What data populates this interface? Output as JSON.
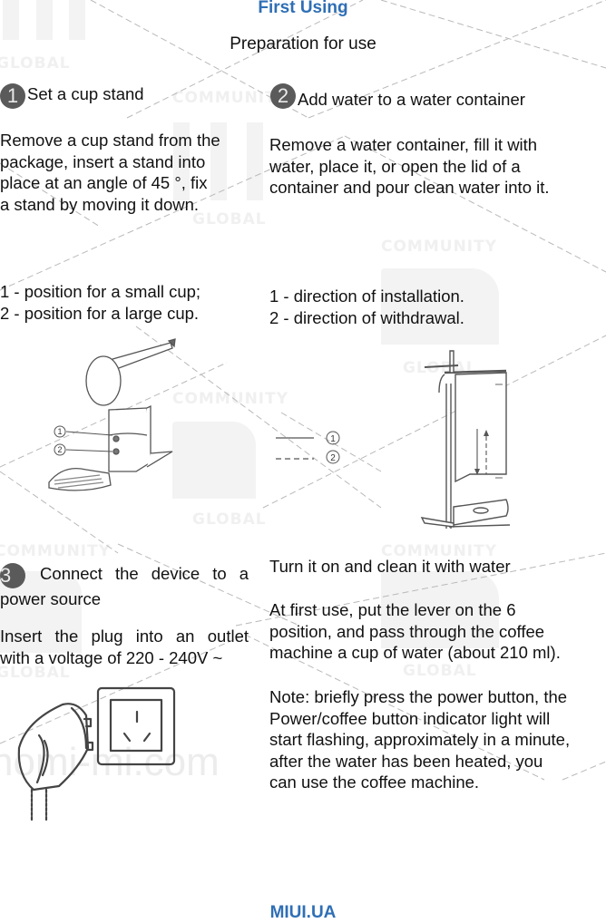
{
  "header": {
    "title": "First Using",
    "subtitle": "Preparation for use"
  },
  "steps": [
    {
      "number": "1",
      "heading": "Set a cup stand",
      "body": "Remove a cup stand from the package, insert a stand into place at an angle of 45 °, fix a stand by moving it down.",
      "body_lines": [
        "Remove a cup stand from the",
        "package, insert a stand into",
        "place at an angle of 45 °, fix",
        "a stand by moving it down."
      ],
      "legend": [
        "1 - position for a small cup;",
        "2 - position for a large cup."
      ],
      "figure": {
        "callouts": [
          "1",
          "2"
        ]
      }
    },
    {
      "number": "2",
      "heading": "Add water to a water container",
      "body_lines": [
        "Remove a water container, fill it with",
        "water, place it, or open the lid of a",
        "container and pour clean water into it."
      ],
      "legend": [
        "1 - direction of installation.",
        "2 - direction of withdrawal."
      ],
      "figure": {
        "callouts": [
          "1",
          "2"
        ]
      }
    },
    {
      "number": "3",
      "heading_lines": [
        "Connect the device to a",
        "power source"
      ],
      "body_lines": [
        "Insert the plug into an outlet",
        "with a voltage of 220 - 240V ~"
      ]
    },
    {
      "heading": "Turn it on and clean it with water",
      "paragraph1_lines": [
        "At first use, put the lever on the 6",
        "position, and pass through the coffee",
        "machine a cup of water (about 210 ml)."
      ],
      "note_lines": [
        "Note: briefly press the power button, the",
        "Power/coffee button indicator light will",
        "start flashing, approximately in a minute,",
        "after the water has been heated, you",
        "can use the coffee machine."
      ]
    }
  ],
  "watermarks": {
    "community": "COMMUNITY",
    "global": "GLOBAL",
    "site": "nomi-mi.com"
  },
  "footer": {
    "label": "MIUI.UA"
  },
  "colors": {
    "accent": "#2f6fb5",
    "text": "#111111",
    "badge": "#5a5a5a"
  }
}
